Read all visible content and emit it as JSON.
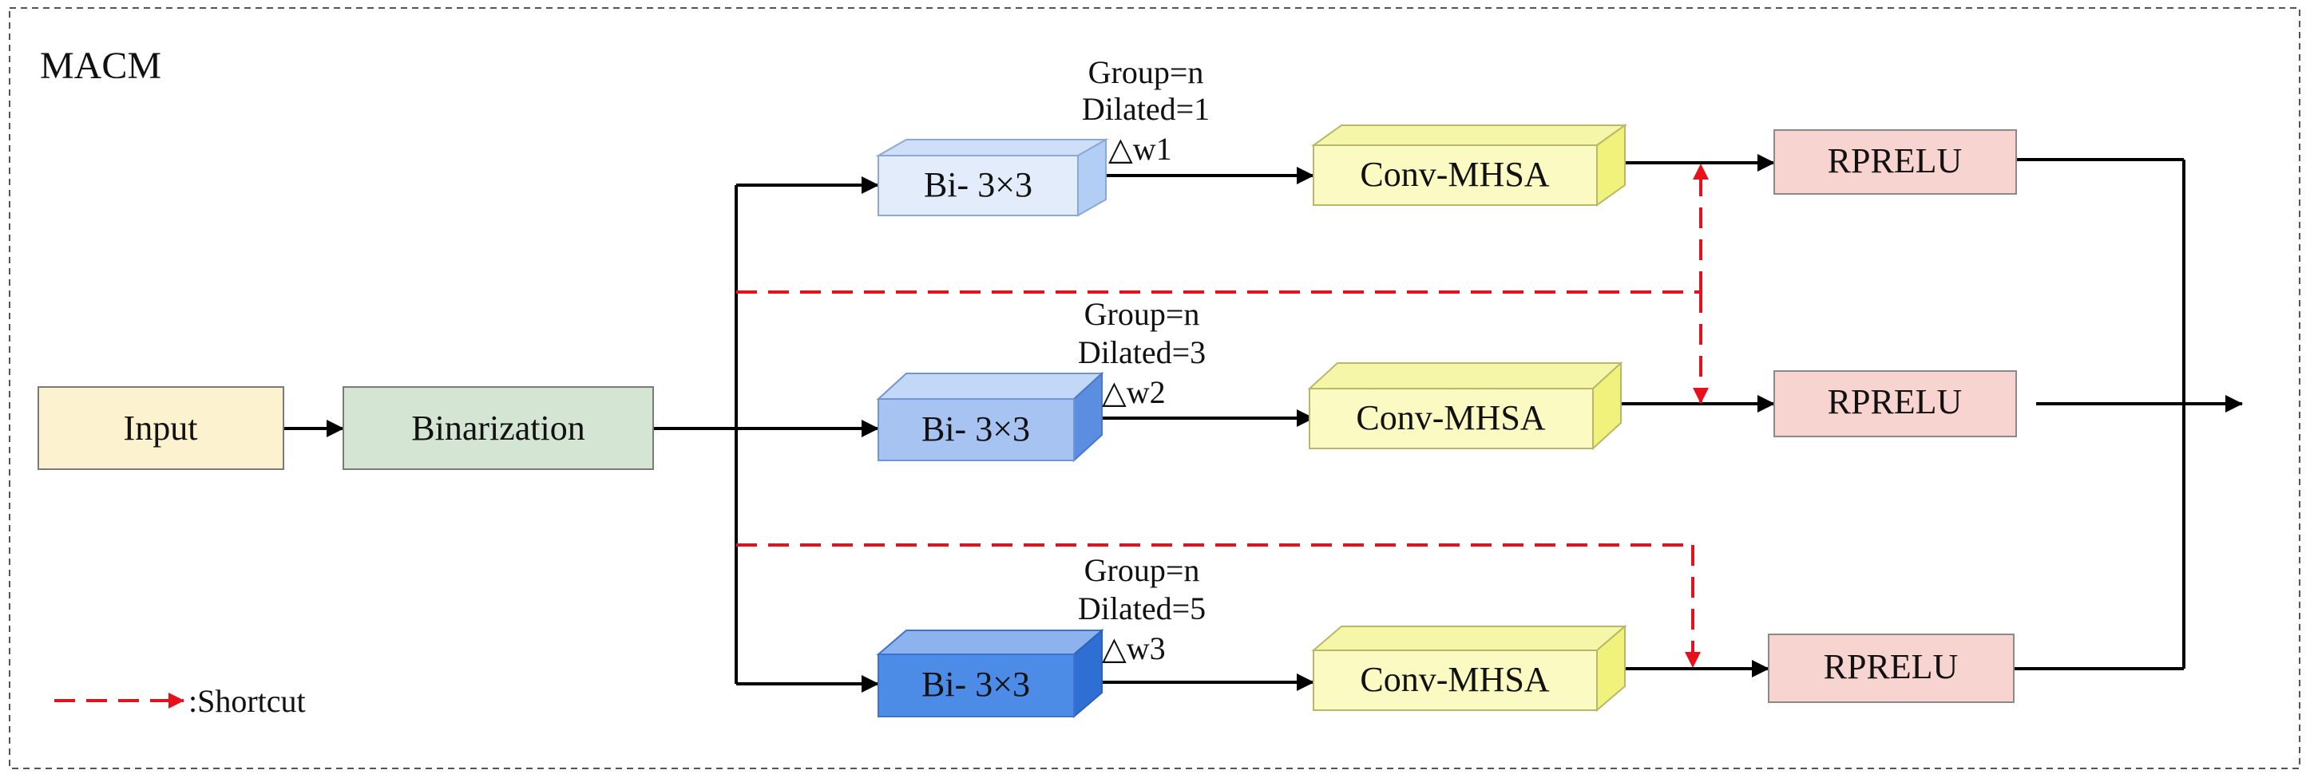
{
  "title": "MACM",
  "nodes": {
    "input": "Input",
    "binarization": "Binarization",
    "bi_conv": [
      "Bi- 3×3",
      "Bi- 3×3",
      "Bi- 3×3"
    ],
    "conv_mhsa": [
      "Conv-MHSA",
      "Conv-MHSA",
      "Conv-MHSA"
    ],
    "rprelu": [
      "RPRELU",
      "RPRELU",
      "RPRELU"
    ]
  },
  "branches": [
    {
      "group": "Group=n",
      "dilated": "Dilated=1",
      "weight": "△w1"
    },
    {
      "group": "Group=n",
      "dilated": "Dilated=3",
      "weight": "△w2"
    },
    {
      "group": "Group=n",
      "dilated": "Dilated=5",
      "weight": "△w3"
    }
  ],
  "legend": {
    "shortcut": ":Shortcut"
  },
  "colors": {
    "input_fill": "#fdf2cf",
    "binarization_fill": "#d4e6d3",
    "bi_fill": [
      "#e2ecfa",
      "#a6c3f2",
      "#4d8ce6"
    ],
    "bi_side": [
      "#b3cef5",
      "#5b8de0",
      "#2f6fd4"
    ],
    "mhsa_fill": "#fafac2",
    "mhsa_side": "#f1f27c",
    "rprelu_fill": "#f8d4d1",
    "shortcut": "#e8101a",
    "line": "#000000",
    "frame": "#555555"
  }
}
